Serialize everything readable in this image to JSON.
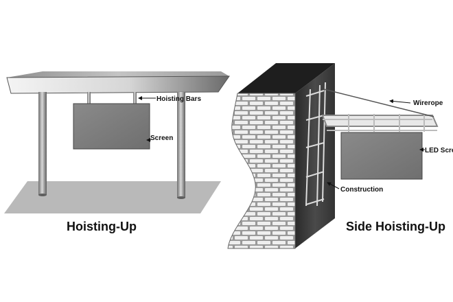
{
  "left_diagram": {
    "label_hoisting_bars": "Hoisting Bars",
    "label_screen": "Screen",
    "caption": "Hoisting-Up"
  },
  "right_diagram": {
    "label_wirerope": "Wirerope",
    "label_led_screen": "LED Scre",
    "label_construction": "Construction",
    "caption": "Side Hoisting-Up"
  }
}
